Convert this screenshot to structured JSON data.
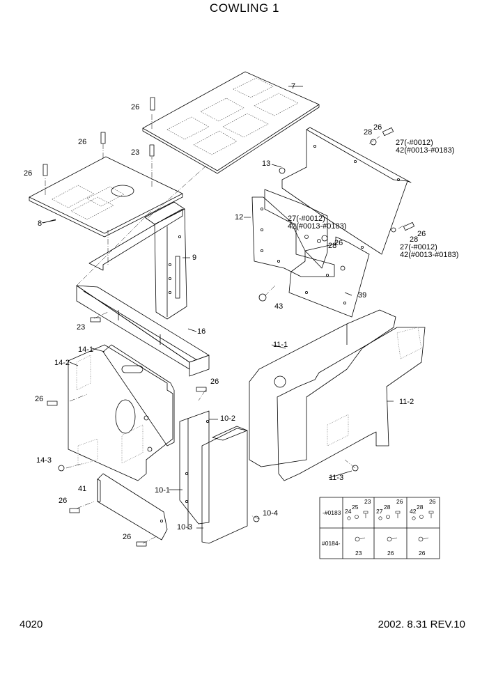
{
  "title": "COWLING 1",
  "page_number": "4020",
  "revision": "2002. 8.31 REV.10",
  "part_labels": {
    "p7": "7",
    "p8": "8",
    "p9": "9",
    "p12": "12",
    "p13": "13",
    "p16": "16",
    "p39": "39",
    "p41": "41",
    "p43": "43",
    "p10_1": "10-1",
    "p10_2": "10-2",
    "p10_3": "10-3",
    "p10_4": "10-4",
    "p11_1": "11-1",
    "p11_2": "11-2",
    "p11_3": "11-3",
    "p14_1": "14-1",
    "p14_2": "14-2",
    "p14_3": "14-3",
    "p23": "23",
    "p24": "24",
    "p25": "25",
    "p26": "26",
    "p27": "27",
    "p28": "28",
    "p42": "42",
    "p27_range": "27(-#0012)",
    "p42_range": "42(#0013-#0183)"
  },
  "table": {
    "row1_label": "-#0183",
    "row2_label": "#0184-"
  }
}
